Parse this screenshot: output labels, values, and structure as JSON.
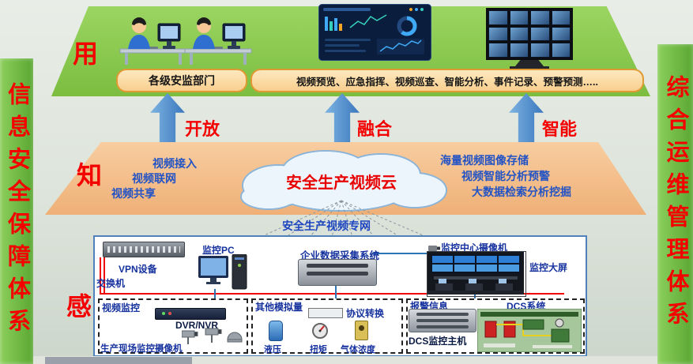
{
  "colors": {
    "accent_red": "#F40000",
    "banner_green": "#6BB93F",
    "platform_green": "#8BCB51",
    "platform_orange": "#F4BF8D",
    "arrow_blue": "#4F87C7",
    "label_blue": "#16329E",
    "pill_orange": "#F8CF8E"
  },
  "banners": {
    "left": "信息安全保障体系",
    "right": "综合运维管理体系"
  },
  "use_layer": {
    "tag": "用",
    "dept_box": "各级安监部门",
    "functions_box": "视频预览、应急指挥、视频巡查、智能分析、事件记录、预警预测….."
  },
  "arrows": [
    {
      "label": "开放"
    },
    {
      "label": "融合"
    },
    {
      "label": "智能"
    }
  ],
  "know_layer": {
    "tag": "知",
    "cloud_title": "安全生产视频云",
    "left_items": [
      "视频接入",
      "视频联网",
      "视频共享"
    ],
    "right_items": [
      "海量视频图像存储",
      "视频智能分析预警",
      "大数据检索分析挖掘"
    ]
  },
  "network_label": "安全生产视频专网",
  "sense_layer": {
    "tag": "感",
    "vpn_label": "VPN设备",
    "switch_label": "交换机",
    "pc_label": "监控PC",
    "collector_label": "企业数据采集系统",
    "center_camera_label": "监控中心摄像机",
    "big_screen_label": "监控大屏",
    "group_video": {
      "title": "视频监控",
      "dvr": "DVR/NVR",
      "cameras": "生产现场监控摄像机"
    },
    "group_analog": {
      "title": "其他模拟量",
      "converter": "协议转换",
      "sensors": [
        "液压",
        "扭矩",
        "气体浓度"
      ]
    },
    "group_alarm": {
      "title": "报警信息",
      "host": "DCS监控主机",
      "system": "DCS系统"
    }
  }
}
